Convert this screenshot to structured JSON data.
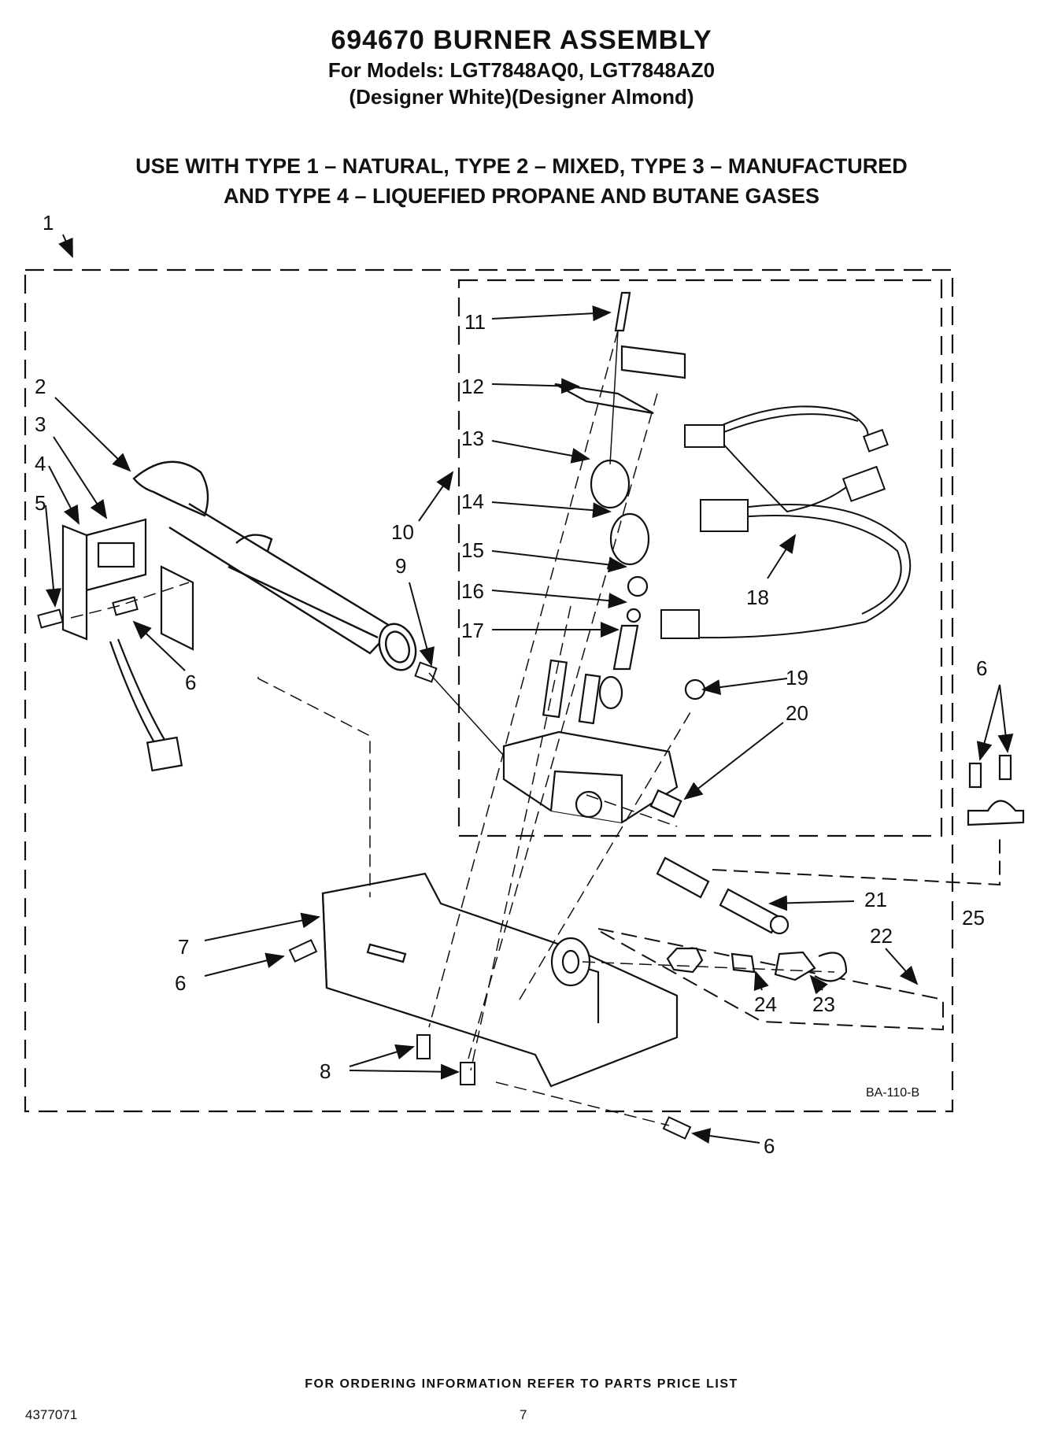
{
  "header": {
    "title": "694670 BURNER ASSEMBLY",
    "models": "For Models: LGT7848AQ0, LGT7848AZ0",
    "colors": "(Designer White)(Designer Almond)"
  },
  "usage": {
    "line1": "USE WITH TYPE 1 – NATURAL, TYPE 2 – MIXED, TYPE 3 – MANUFACTURED",
    "line2": "AND TYPE 4 – LIQUEFIED PROPANE AND BUTANE GASES"
  },
  "diagram": {
    "code": "BA-110-B",
    "callouts": [
      "1",
      "2",
      "3",
      "4",
      "5",
      "6",
      "6",
      "7",
      "6",
      "8",
      "9",
      "10",
      "11",
      "12",
      "13",
      "14",
      "15",
      "16",
      "17",
      "18",
      "19",
      "20",
      "21",
      "22",
      "23",
      "24",
      "25",
      "6",
      "6"
    ]
  },
  "footer": {
    "ordering": "FOR ORDERING INFORMATION REFER TO PARTS PRICE LIST",
    "doc_number": "4377071",
    "page": "7"
  },
  "colors": {
    "ink": "#111111",
    "paper": "#ffffff"
  }
}
